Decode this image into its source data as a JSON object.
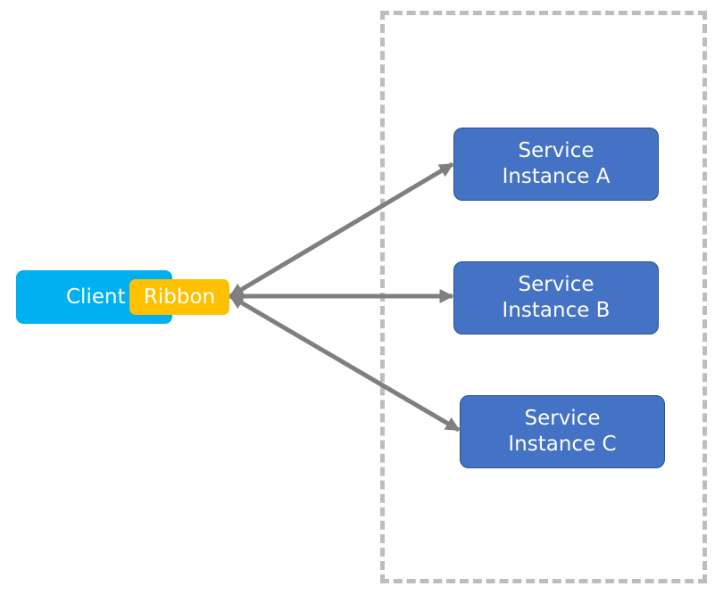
{
  "client": {
    "label": "Client",
    "plugin_label": "Ribbon"
  },
  "services": [
    {
      "line1": "Service",
      "line2": "Instance A"
    },
    {
      "line1": "Service",
      "line2": "Instance B"
    },
    {
      "line1": "Service",
      "line2": "Instance C"
    }
  ],
  "colors": {
    "client_fill": "#00b0f0",
    "ribbon_fill": "#ffc000",
    "service_fill": "#4472c4",
    "service_border": "#2f528f",
    "arrow": "#7f7f7f",
    "boundary": "#bdbdbd"
  }
}
